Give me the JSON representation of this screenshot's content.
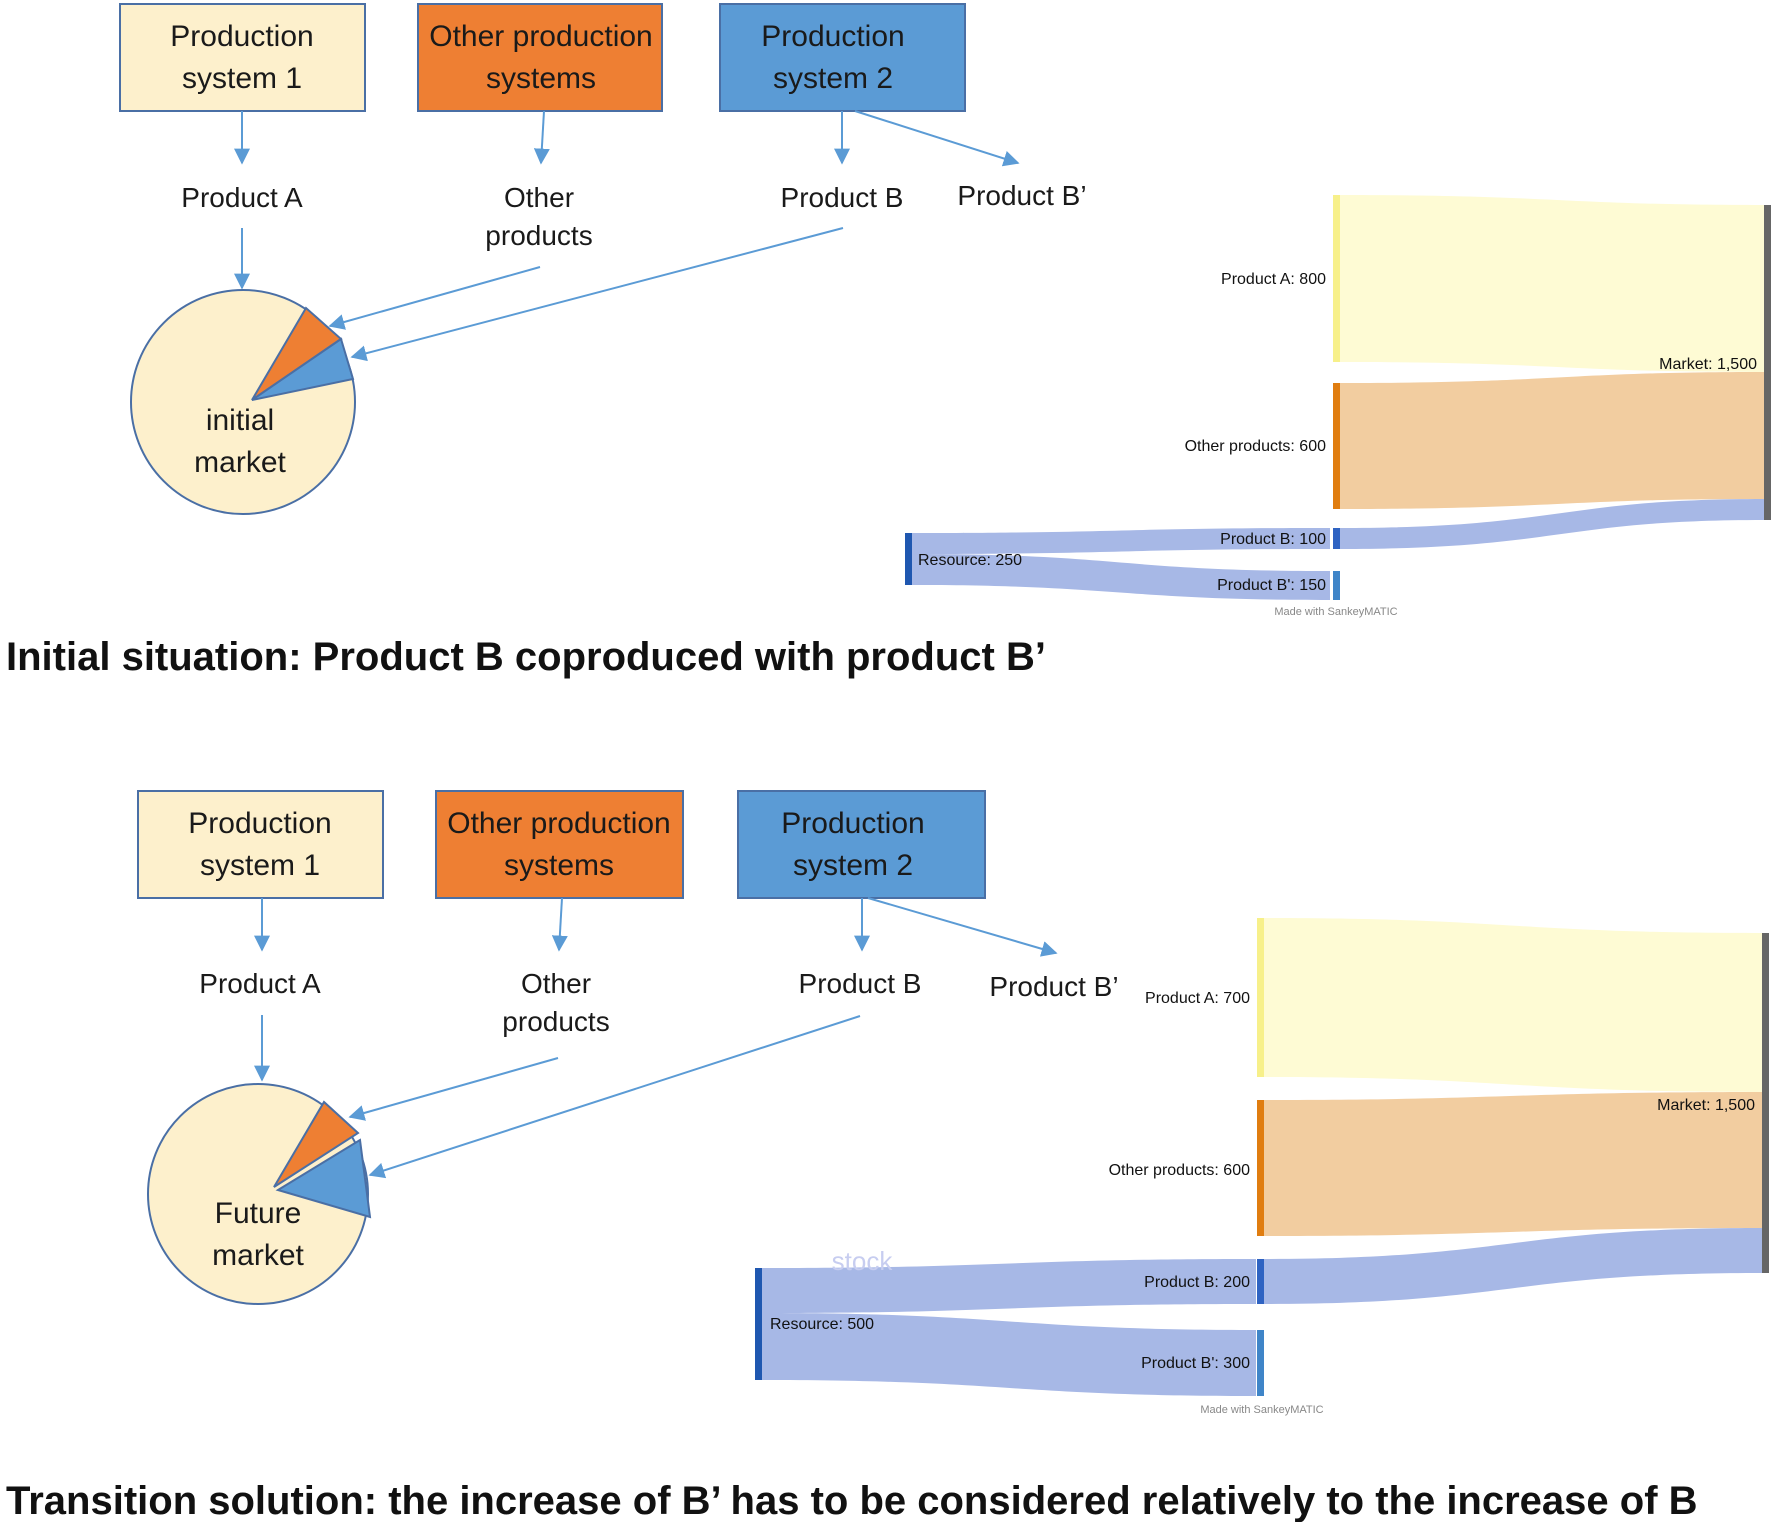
{
  "colors": {
    "ps1_fill": "#fdf0cc",
    "other_fill": "#ee7f33",
    "ps2_fill": "#5b9bd5",
    "arrow": "#5b9bd5",
    "pie_fill": "#fdf0cc",
    "sankey_a": "#fefbd4",
    "sankey_other": "#f2cda0",
    "sankey_b": "#a7b8e6",
    "sankey_market_bar": "#666666"
  },
  "top": {
    "boxes": {
      "ps1": [
        "Production",
        "system 1"
      ],
      "other": [
        "Other production",
        "systems"
      ],
      "ps2": [
        "Production",
        "system 2"
      ]
    },
    "products": {
      "a": "Product A",
      "other": [
        "Other",
        "products"
      ],
      "b": "Product B",
      "b_prime": "Product B’"
    },
    "pie_label": [
      "initial",
      "market"
    ],
    "sankey": {
      "product_a": "Product A: 800",
      "other_products": "Other products: 600",
      "market": "Market: 1,500",
      "product_b": "Product B: 100",
      "resource": "Resource: 250",
      "product_b_prime": "Product B': 150",
      "credit": "Made with SankeyMATIC"
    },
    "caption": "Initial situation:  Product  B coproduced  with product  B’"
  },
  "bottom": {
    "boxes": {
      "ps1": [
        "Production",
        "system 1"
      ],
      "other": [
        "Other production",
        "systems"
      ],
      "ps2": [
        "Production",
        "system 2"
      ]
    },
    "products": {
      "a": "Product A",
      "other": [
        "Other",
        "products"
      ],
      "b": "Product B",
      "b_prime": "Product B’"
    },
    "pie_label": [
      "Future",
      "market"
    ],
    "sankey": {
      "product_a": "Product A: 700",
      "other_products": "Other products: 600",
      "market": "Market: 1,500",
      "product_b": "Product B: 200",
      "resource": "Resource: 500",
      "product_b_prime": "Product B': 300",
      "credit": "Made with SankeyMATIC",
      "overlay_text": "stock"
    },
    "caption": "Transition  solution:  the increase  of B’ has to be considered  relatively to the increase  of B"
  }
}
